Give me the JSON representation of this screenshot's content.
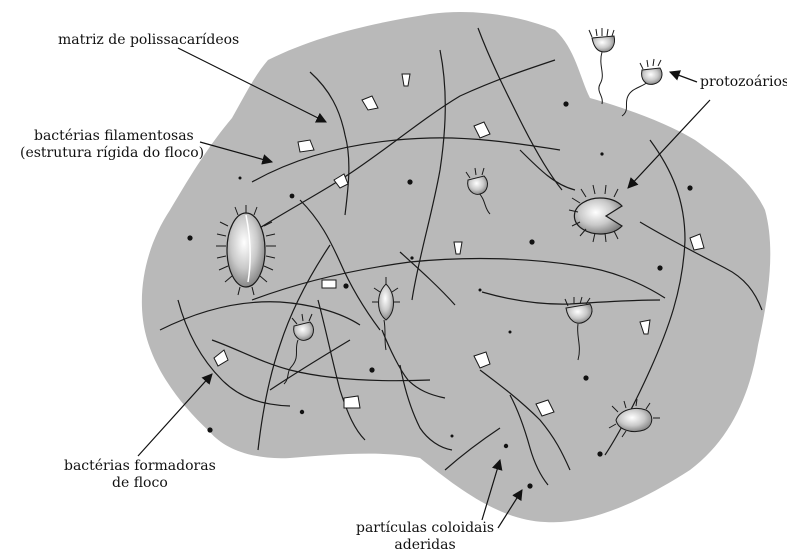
{
  "colors": {
    "floc_fill": "#b9b9b9",
    "line": "#1a1a1a",
    "background": "#ffffff"
  },
  "labels": {
    "matriz": [
      "matriz de polissacarídeos"
    ],
    "filamentosas": [
      "bactérias filamentosas",
      "(estrutura rígida do floco)"
    ],
    "protozoarios": [
      "protozoários"
    ],
    "formadoras": [
      "bactérias formadoras",
      "de floco"
    ],
    "coloidais": [
      "partículas coloidais",
      "aderidas"
    ]
  }
}
